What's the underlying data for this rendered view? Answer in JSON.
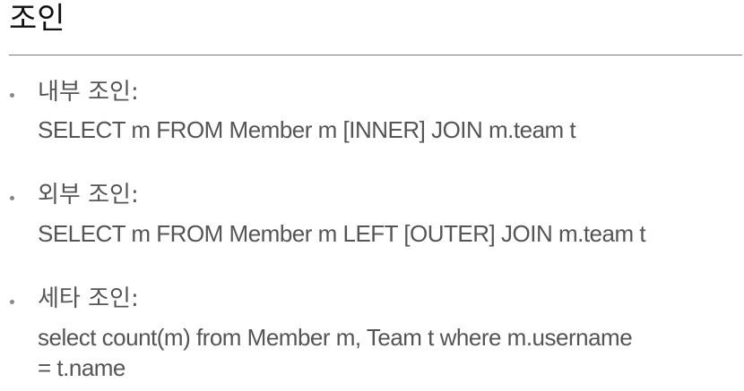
{
  "title": "조인",
  "items": [
    {
      "heading": "내부 조인:",
      "lines": [
        "SELECT m FROM Member m [INNER] JOIN m.team t"
      ]
    },
    {
      "heading": "외부 조인:",
      "lines": [
        "SELECT m FROM Member m LEFT [OUTER] JOIN m.team t"
      ]
    },
    {
      "heading": "세타 조인:",
      "lines": [
        "select count(m) from Member m, Team t where m.username",
        "= t.name"
      ]
    }
  ],
  "colors": {
    "title_text": "#111111",
    "body_text": "#555555",
    "divider": "#7a7a7a",
    "bullet": "#888888"
  }
}
